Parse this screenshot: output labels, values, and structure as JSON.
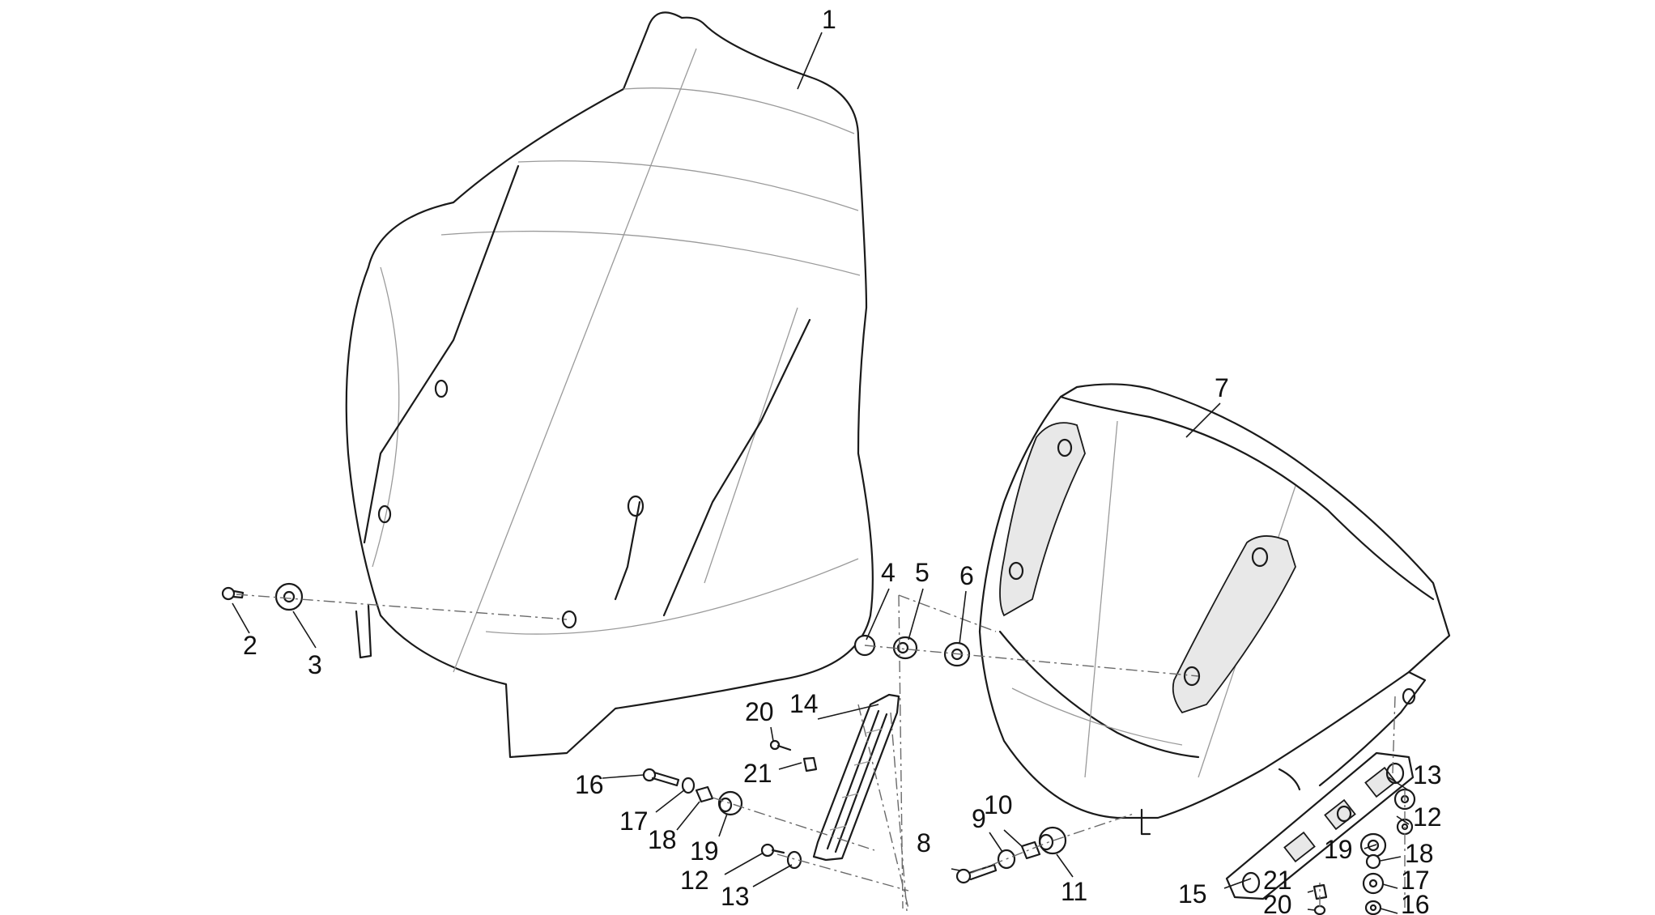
{
  "callouts": [
    {
      "id": "c1",
      "label": "1"
    },
    {
      "id": "c2",
      "label": "2"
    },
    {
      "id": "c3",
      "label": "3"
    },
    {
      "id": "c4",
      "label": "4"
    },
    {
      "id": "c5",
      "label": "5"
    },
    {
      "id": "c6",
      "label": "6"
    },
    {
      "id": "c7",
      "label": "7"
    },
    {
      "id": "c8",
      "label": "8"
    },
    {
      "id": "c9",
      "label": "9"
    },
    {
      "id": "c10",
      "label": "10"
    },
    {
      "id": "c11",
      "label": "11"
    },
    {
      "id": "c12a",
      "label": "12"
    },
    {
      "id": "c13a",
      "label": "13"
    },
    {
      "id": "c14",
      "label": "14"
    },
    {
      "id": "c15",
      "label": "15"
    },
    {
      "id": "c16a",
      "label": "16"
    },
    {
      "id": "c17a",
      "label": "17"
    },
    {
      "id": "c18a",
      "label": "18"
    },
    {
      "id": "c19a",
      "label": "19"
    },
    {
      "id": "c20a",
      "label": "20"
    },
    {
      "id": "c21a",
      "label": "21"
    },
    {
      "id": "c12b",
      "label": "12"
    },
    {
      "id": "c13b",
      "label": "13"
    },
    {
      "id": "c16b",
      "label": "16"
    },
    {
      "id": "c17b",
      "label": "17"
    },
    {
      "id": "c18b",
      "label": "18"
    },
    {
      "id": "c19b",
      "label": "19"
    },
    {
      "id": "c20b",
      "label": "20"
    },
    {
      "id": "c21b",
      "label": "21"
    }
  ],
  "colors": {
    "line": "#1a1a1a",
    "hidden_line": "#9a9a9a",
    "background": "#ffffff"
  }
}
